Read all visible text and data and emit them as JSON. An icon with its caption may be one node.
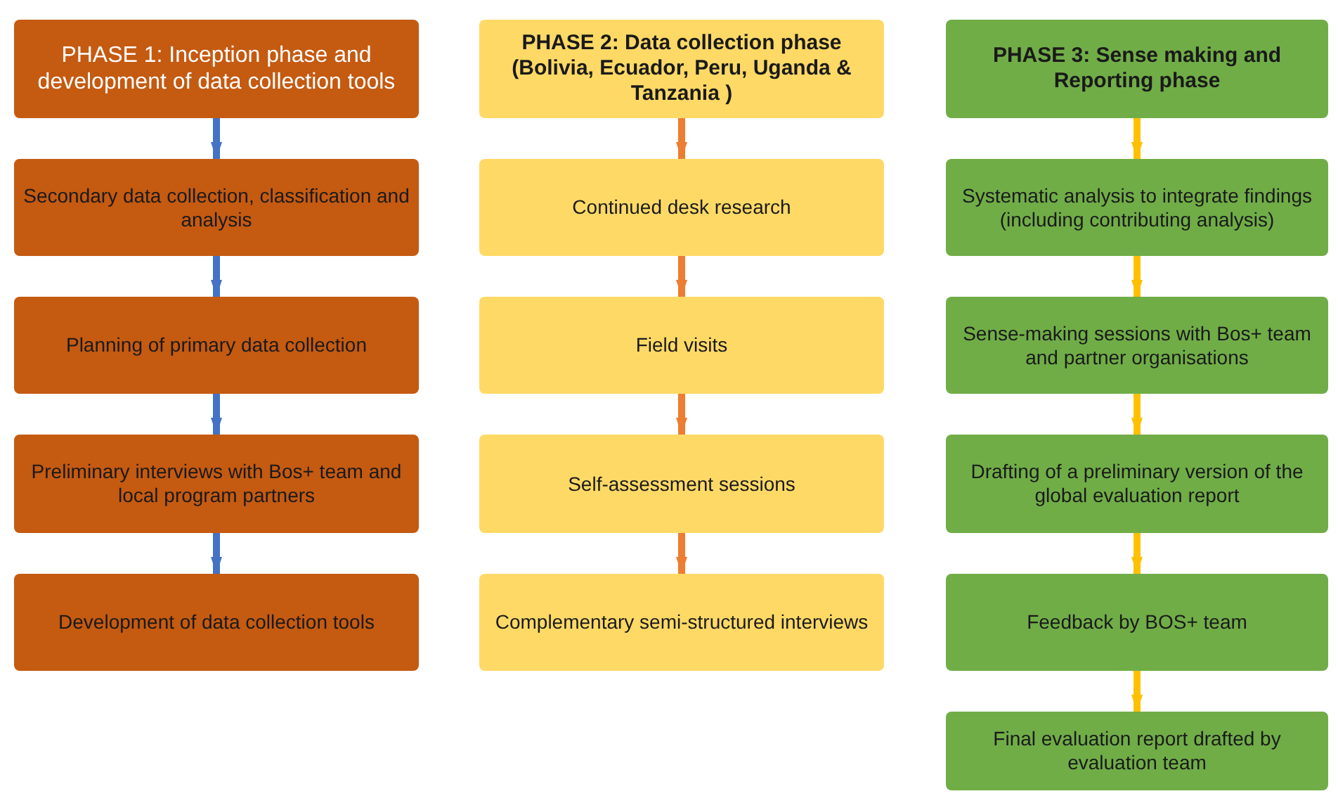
{
  "diagram": {
    "nodes": [
      {
        "text": [
          "PHASE 1: Inception phase and development of data collection tools"
        ]
      },
      {
        "text": [
          "Secondary data collection, classification and analysis"
        ]
      },
      {
        "text": [
          "Planning of primary data collection"
        ]
      },
      {
        "text": [
          "Preliminary interviews with Bos+ team and local program partners"
        ]
      },
      {
        "text": [
          "Development of data collection tools"
        ]
      },
      {
        "text": [
          "PHASE  2: Data collection phase (Bolivia, Ecuador, Peru, Uganda & Tanzania )"
        ]
      },
      {
        "text": [
          "Continued desk research"
        ]
      },
      {
        "text": [
          "Field visits"
        ]
      },
      {
        "text": [
          "Self-assessment sessions"
        ]
      },
      {
        "text": [
          "Complementary semi-structured interviews"
        ]
      },
      {
        "text": [
          "PHASE  3: Sense making and Reporting phase"
        ]
      },
      {
        "text": [
          "Systematic analysis to integrate findings (including contributing analysis)"
        ]
      },
      {
        "text": [
          "Sense-making sessions with Bos+ team and partner organisations"
        ]
      },
      {
        "text": [
          "Drafting of a preliminary version of the global evaluation report"
        ]
      },
      {
        "text": [
          "Feedback by BOS+ team"
        ]
      },
      {
        "text": [
          "Final evaluation report drafted by evaluation team"
        ]
      }
    ],
    "edges": [
      {
        "from": 0,
        "to": 1,
        "arrow": "to",
        "color": "#4472c4"
      },
      {
        "from": 1,
        "to": 2,
        "arrow": "to",
        "color": "#4472c4"
      },
      {
        "from": 2,
        "to": 3,
        "arrow": "to",
        "color": "#4472c4"
      },
      {
        "from": 3,
        "to": 4,
        "arrow": "to",
        "color": "#4472c4"
      },
      {
        "from": 5,
        "to": 6,
        "arrow": "to",
        "color": "#ed7d31"
      },
      {
        "from": 6,
        "to": 7,
        "arrow": "to",
        "color": "#ed7d31"
      },
      {
        "from": 7,
        "to": 8,
        "arrow": "to",
        "color": "#ed7d31"
      },
      {
        "from": 8,
        "to": 9,
        "arrow": "to",
        "color": "#ed7d31"
      },
      {
        "from": 10,
        "to": 11,
        "arrow": "to"
      },
      {
        "from": 11,
        "to": 12,
        "arrow": "to"
      },
      {
        "from": 12,
        "to": 13,
        "arrow": "to"
      },
      {
        "from": 13,
        "to": 14,
        "arrow": "to"
      },
      {
        "from": 14,
        "to": 15,
        "arrow": "to"
      }
    ]
  }
}
